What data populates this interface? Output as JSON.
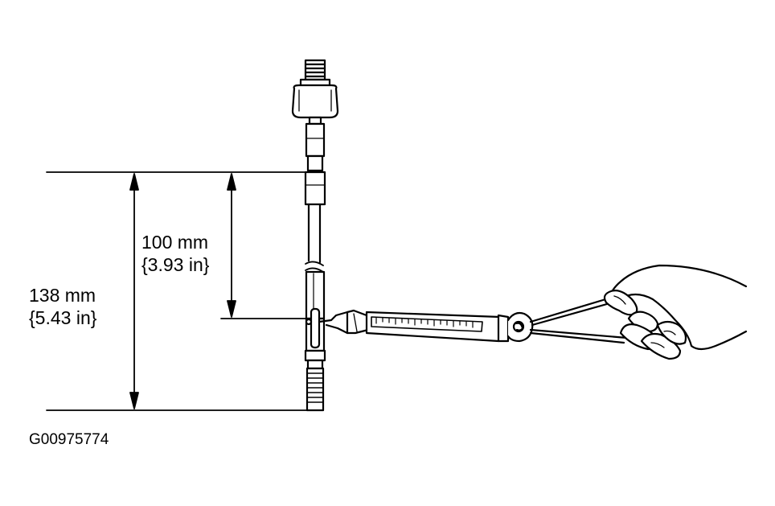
{
  "figure": {
    "id_label": "G00975774"
  },
  "dimensions": {
    "upper": {
      "metric": "100 mm",
      "imperial": "{3.93 in}"
    },
    "overall": {
      "metric": "138 mm",
      "imperial": "{5.43 in}"
    }
  },
  "colors": {
    "ink": "#000000",
    "paper": "#ffffff"
  }
}
